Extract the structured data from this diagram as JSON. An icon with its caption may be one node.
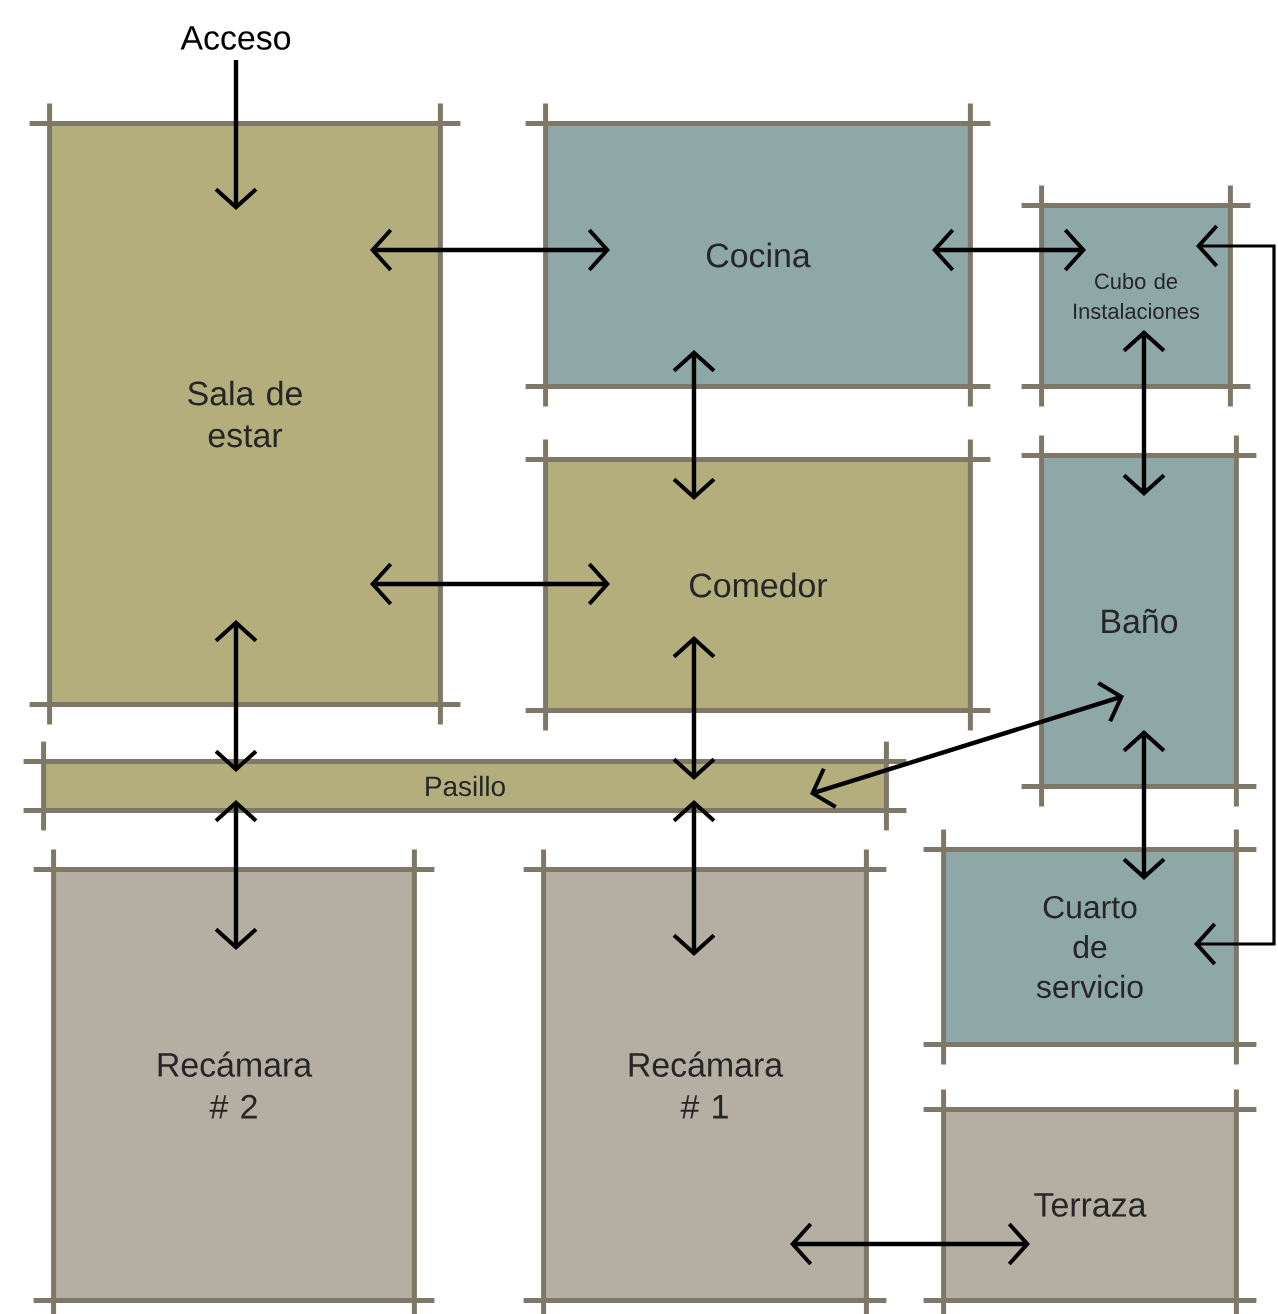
{
  "diagram": {
    "nodes": [
      {
        "text": [
          "Acceso"
        ]
      },
      {
        "text": [
          "Sala de estar"
        ]
      },
      {
        "text": [
          "Cocina"
        ]
      },
      {
        "text": [
          "Cubo de Instalaciones"
        ]
      },
      {
        "text": [
          "Comedor"
        ]
      },
      {
        "text": [
          "Baño"
        ]
      },
      {
        "text": [
          "Pasillo"
        ]
      },
      {
        "text": [
          "Cuarto de servicio"
        ]
      },
      {
        "text": [
          "Recámara # 2"
        ]
      },
      {
        "text": [
          "Recámara # 1"
        ]
      },
      {
        "text": [
          "Terraza"
        ]
      }
    ],
    "edges": [
      {
        "from": 0,
        "to": 1,
        "arrow": "to"
      },
      {
        "from": 1,
        "to": 2,
        "arrow": "both"
      },
      {
        "from": 1,
        "to": 4,
        "arrow": "both"
      },
      {
        "from": 2,
        "to": 3,
        "arrow": "both"
      },
      {
        "from": 2,
        "to": 4,
        "arrow": "both"
      },
      {
        "from": 3,
        "to": 5,
        "arrow": "both"
      },
      {
        "from": 1,
        "to": 6,
        "arrow": "both"
      },
      {
        "from": 4,
        "to": 6,
        "arrow": "both"
      },
      {
        "from": 6,
        "to": 5,
        "arrow": "both"
      },
      {
        "from": 5,
        "to": 7,
        "arrow": "both"
      },
      {
        "from": 6,
        "to": 8,
        "arrow": "both"
      },
      {
        "from": 6,
        "to": 9,
        "arrow": "both"
      },
      {
        "from": 9,
        "to": 10,
        "arrow": "both"
      },
      {
        "from": 3,
        "to": 7,
        "arrow": "both"
      }
    ]
  }
}
